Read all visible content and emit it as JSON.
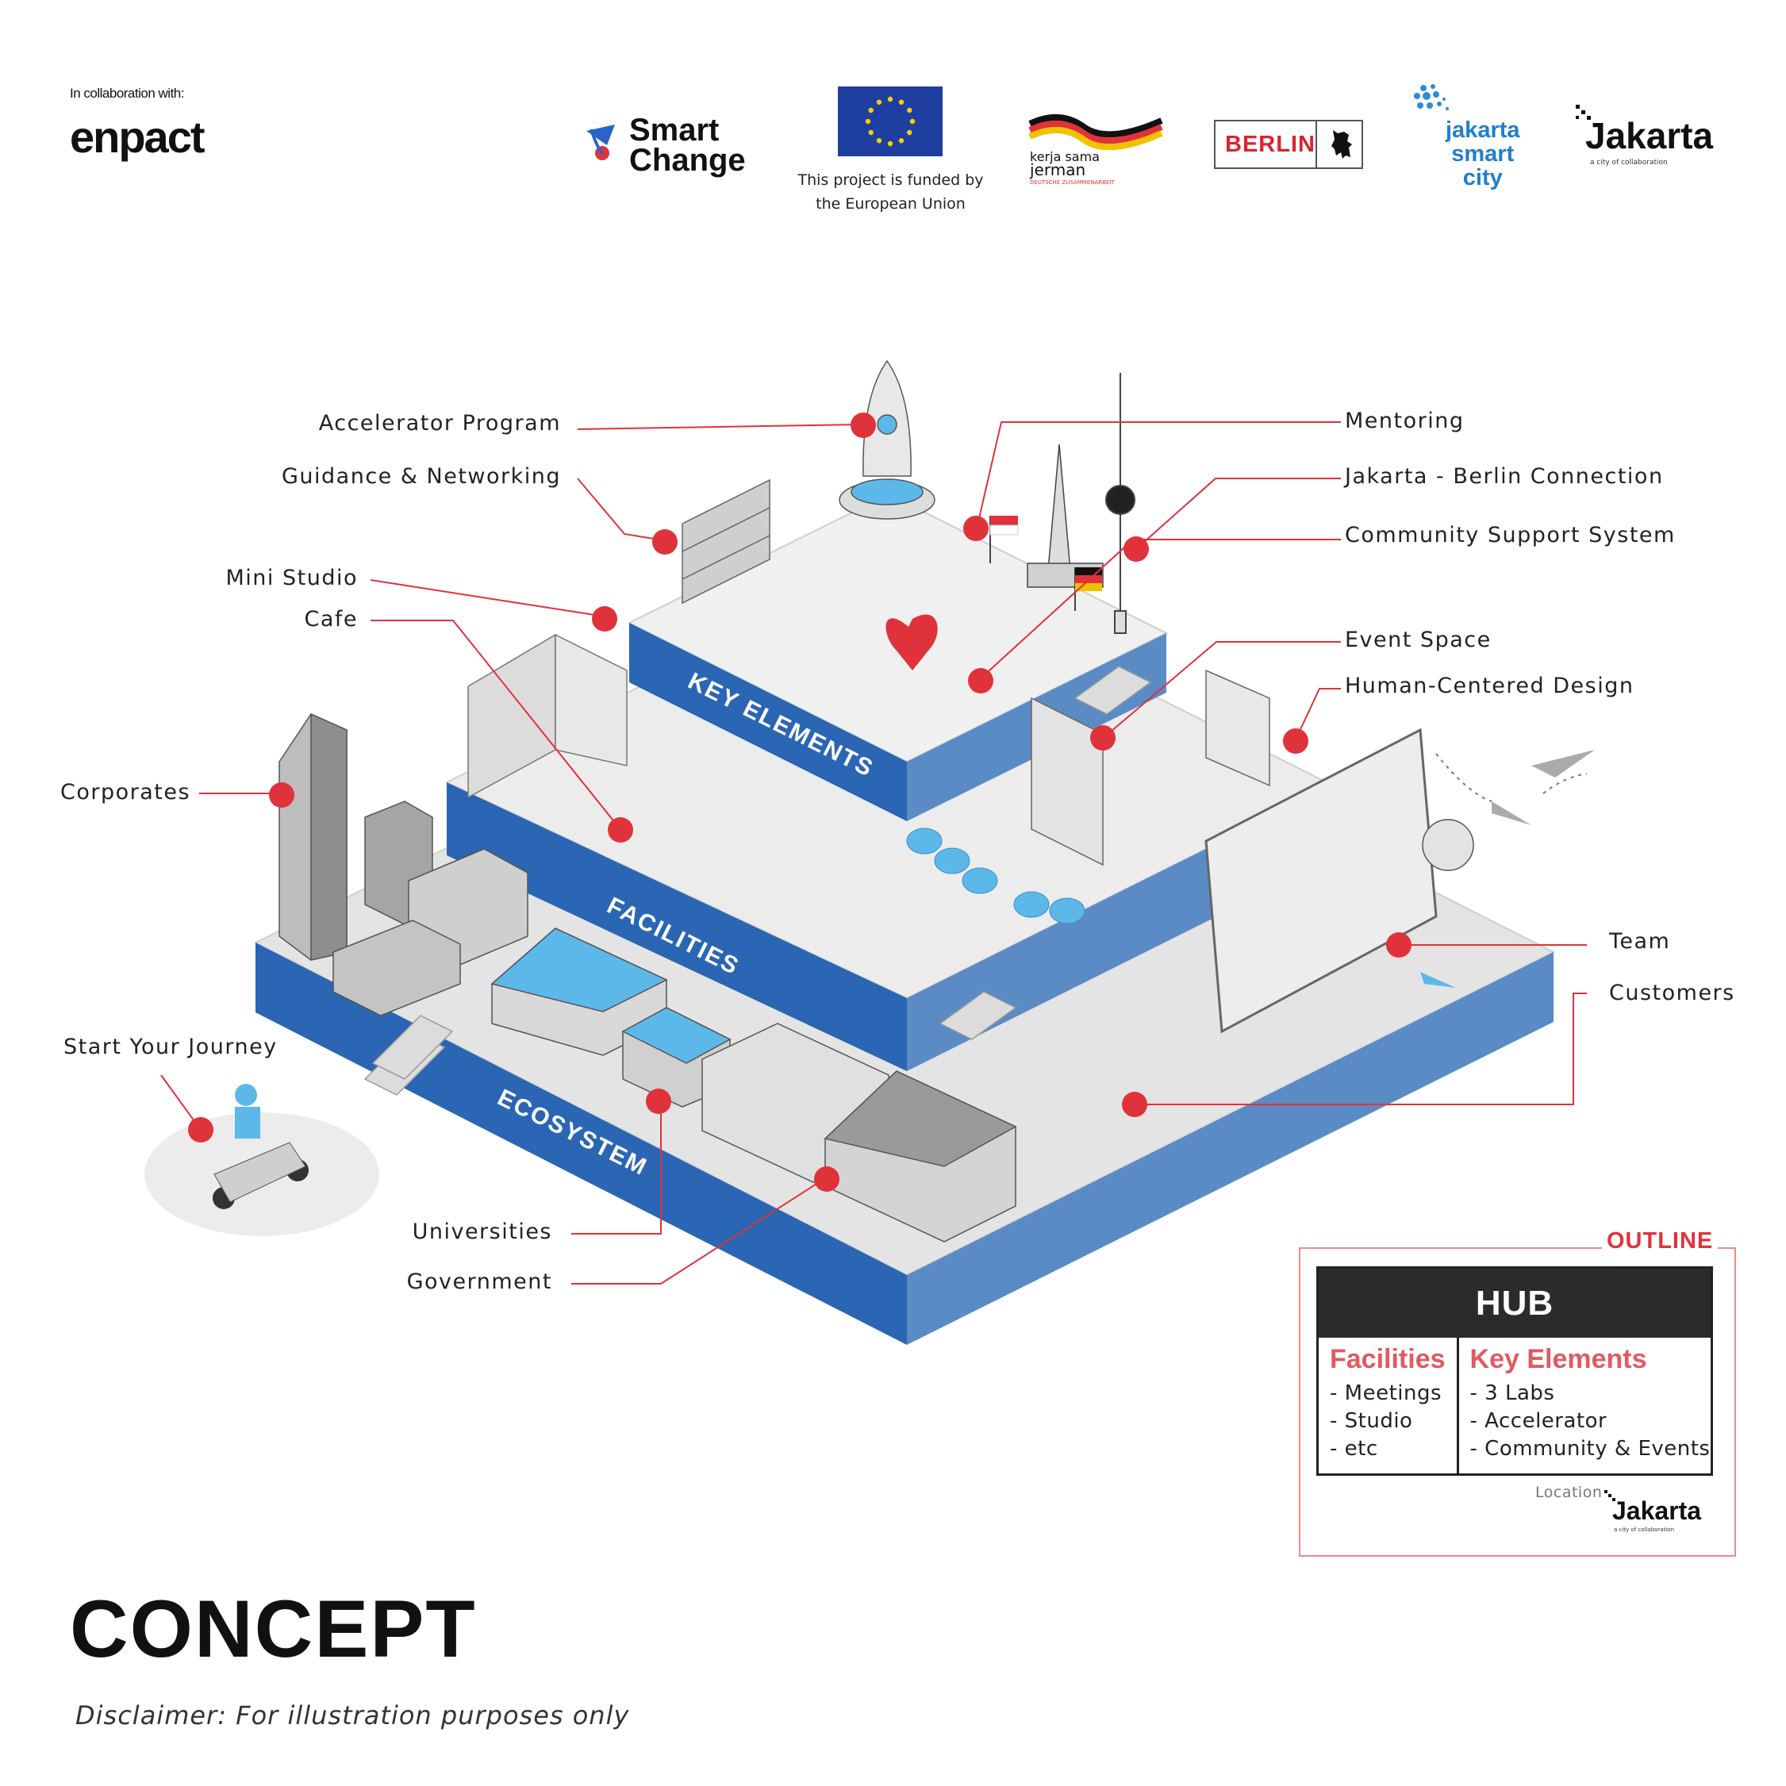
{
  "header": {
    "collab_label": "In collaboration with:",
    "enpact": "enpact",
    "smartchange_line1": "Smart",
    "smartchange_line2": "Change",
    "eu_caption_line1": "This project is funded by",
    "eu_caption_line2": "the European Union",
    "kerjasama_line1": "kerja sama",
    "kerjasama_line2": "jerman",
    "kerjasama_line3": "DEUTSCHE ZUSAMMENARBEIT",
    "berlin": "BERLIN",
    "jsc_line1": "jakarta",
    "jsc_line2": "smart",
    "jsc_line3": "city",
    "jakarta": "Jakarta",
    "jakarta_tagline": "a city of collaboration"
  },
  "layers": {
    "key_elements": "KEY ELEMENTS",
    "facilities": "FACILITIES",
    "ecosystem": "ECOSYSTEM"
  },
  "labels": {
    "accelerator_program": "Accelerator Program",
    "guidance_networking": "Guidance & Networking",
    "mini_studio": "Mini Studio",
    "cafe": "Cafe",
    "corporates": "Corporates",
    "start_journey": "Start Your Journey",
    "universities": "Universities",
    "government": "Government",
    "mentoring": "Mentoring",
    "jakarta_berlin": "Jakarta - Berlin Connection",
    "community_support": "Community Support System",
    "event_space": "Event Space",
    "hcd": "Human-Centered Design",
    "team": "Team",
    "customers": "Customers"
  },
  "outline": {
    "title": "OUTLINE",
    "hub": "HUB",
    "facilities_title": "Facilities",
    "facilities_items": [
      "- Meetings",
      "- Studio",
      "- etc"
    ],
    "key_title": "Key Elements",
    "key_items": [
      "- 3 Labs",
      "- Accelerator",
      "- Community & Events"
    ],
    "location_label": "Location",
    "location_logo": "Jakarta",
    "location_tagline": "a city of collaboration"
  },
  "footer": {
    "concept": "CONCEPT",
    "disclaimer": "Disclaimer: For illustration purposes only"
  },
  "colors": {
    "accent_red": "#e0323b",
    "tier_blue": "#2a66b3",
    "tier_blue_dark": "#1d4f91",
    "floor_gray": "#e6e6e6",
    "sky_blue": "#5db8ea"
  }
}
